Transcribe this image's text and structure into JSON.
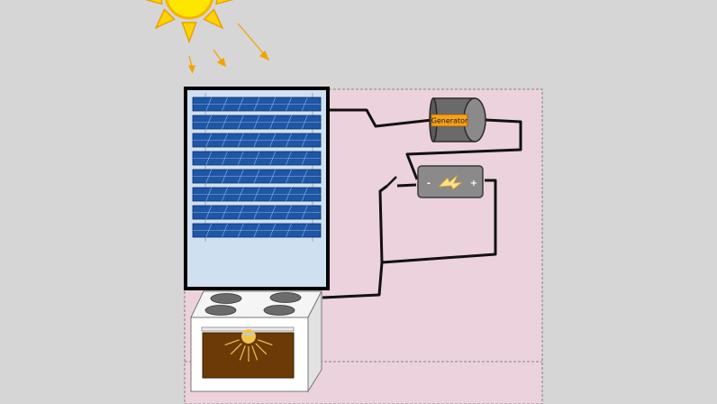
{
  "diagram": {
    "generator": {
      "label": "Generator"
    },
    "battery": {
      "minus": "-",
      "plus": "+"
    },
    "solar_panel": {
      "rows": 8,
      "cols": 8
    },
    "icons": [
      "sun-icon",
      "lightning-bolt-icon",
      "switch-icon",
      "oven-icon",
      "light-bulb-icon"
    ],
    "colors": {
      "background": "#d6d6d6",
      "enclosure": "#ecd2dc",
      "panel_frame": "#000000",
      "panel_bg": "#cfe0f0",
      "solar_cell": "#1f56a6",
      "sun": "#ffe600",
      "sun_ray": "#f4b400",
      "generator": "#6a6a6a",
      "generator_label_bg": "#f7a21a",
      "battery": "#8a8a8a",
      "bolt": "#ffe08a",
      "oven_window": "#6b3a07",
      "bulb": "#f2c44a",
      "wire": "#111111"
    }
  }
}
